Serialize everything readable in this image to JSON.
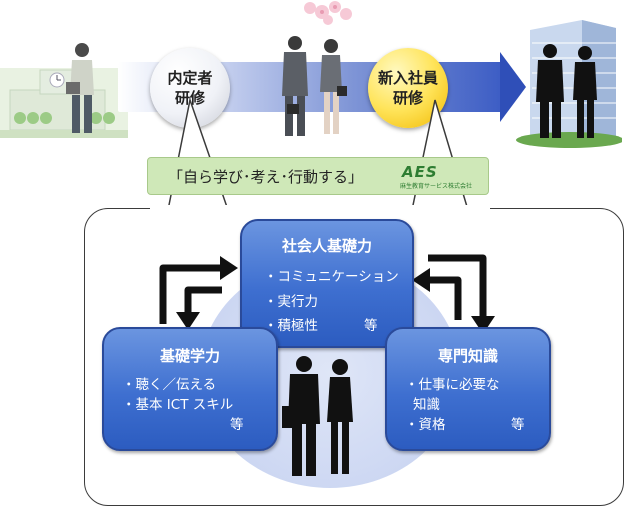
{
  "timeline": {
    "stage1": "内定者\n研修",
    "stage2": "新入社員\n研修"
  },
  "motto": {
    "text": "「自ら学び･考え･行動する」",
    "logo": "AES",
    "logo_company": "麻生教育サービス株式会社"
  },
  "boxes": {
    "shakai": {
      "title": "社会人基礎力",
      "items": [
        "・コミュニケーション",
        "・実行力",
        "・積極性"
      ],
      "suffix": "等"
    },
    "kiso": {
      "title": "基礎学力",
      "items": [
        "・聴く／伝える",
        "・基本 ICT スキル"
      ],
      "suffix": "等"
    },
    "senmon": {
      "title": "専門知識",
      "items": [
        "・仕事に必要な",
        "知識",
        "・資格"
      ],
      "suffix": "等"
    }
  },
  "colors": {
    "box_blue": "#3e6fd0",
    "stage2_yellow": "#ffe45a",
    "motto_green": "#cfe8b8",
    "logo_green": "#2e7d32"
  },
  "illustrations": [
    "school-icon",
    "student-icon",
    "cherry-blossom-icon",
    "new-hires-icon",
    "office-building-icon",
    "business-people-icon"
  ]
}
